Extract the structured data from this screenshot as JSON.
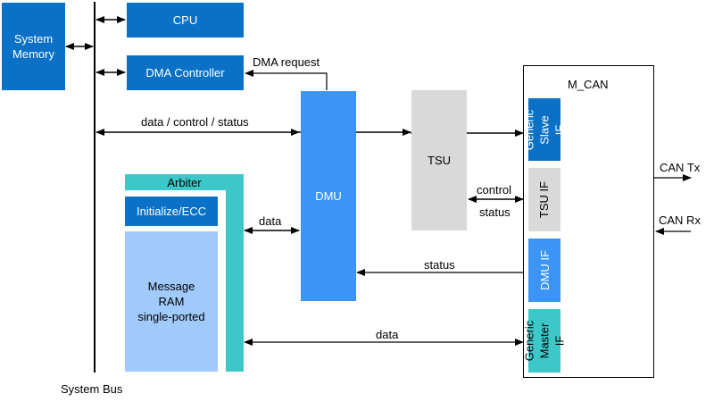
{
  "blocks": {
    "system_memory": "System\nMemory",
    "cpu": "CPU",
    "dma_controller": "DMA Controller",
    "dmu": "DMU",
    "tsu": "TSU",
    "arbiter": "Arbiter",
    "initialize_ecc": "Initialize/ECC",
    "message_ram": "Message\nRAM\nsingle-ported",
    "m_can": "M_CAN",
    "generic_slave_if": "Generic\nSlave IF",
    "tsu_if": "TSU IF",
    "dmu_if": "DMU IF",
    "generic_master_if": "Generic\nMaster IF"
  },
  "labels": {
    "dma_request": "DMA request",
    "data_control_status": "data / control / status",
    "data_arbiter_dmu": "data",
    "control": "control",
    "status_tsu": "status",
    "status_dmu": "status",
    "data_master": "data",
    "can_tx": "CAN Tx",
    "can_rx": "CAN Rx",
    "system_bus": "System Bus"
  },
  "colors": {
    "dark_blue": "#0a71c6",
    "bright_blue": "#3a95f5",
    "grey": "#d9d9d9",
    "teal": "#3cc8c8",
    "light_blue": "#9fcafb"
  }
}
